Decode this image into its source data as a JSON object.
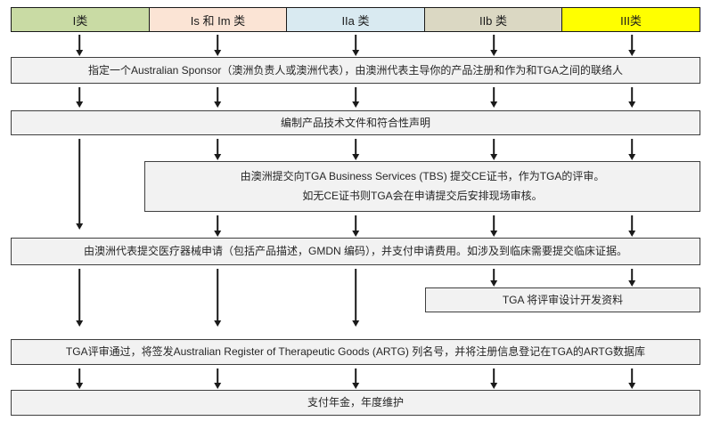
{
  "flowchart": {
    "title": "TGA medical device registration process by device class",
    "headers": [
      {
        "label": "I类",
        "bg": "#c9dba4"
      },
      {
        "label": "Is 和 Im 类",
        "bg": "#fbe4d5"
      },
      {
        "label": "IIa 类",
        "bg": "#d9eaf1"
      },
      {
        "label": "IIb 类",
        "bg": "#dbd8c3"
      },
      {
        "label": "III类",
        "bg": "#ffff00"
      }
    ],
    "steps": {
      "sponsor": "指定一个Australian Sponsor（澳洲负责人或澳洲代表），由澳洲代表主导你的产品注册和作为和TGA之间的联络人",
      "tech_file": "编制产品技术文件和符合性声明",
      "tbs_line1": "由澳洲提交向TGA Business Services (TBS) 提交CE证书，作为TGA的评审。",
      "tbs_line2": "如无CE证书则TGA会在申请提交后安排现场审核。",
      "application": "由澳洲代表提交医疗器械申请（包括产品描述，GMDN 编码），并支付申请费用。如涉及到临床需要提交临床证据。",
      "design_review": "TGA 将评审设计开发资料",
      "artg_listing": "TGA评审通过，将签发Australian Register of Therapeutic Goods (ARTG) 列名号，并将注册信息登记在TGA的ARTG数据库",
      "annual_fee": "支付年金，年度维护"
    },
    "colors": {
      "box_fill": "#f2f2f2",
      "box_border": "#3f3f3f",
      "arrow": "#1a1a1a"
    }
  }
}
